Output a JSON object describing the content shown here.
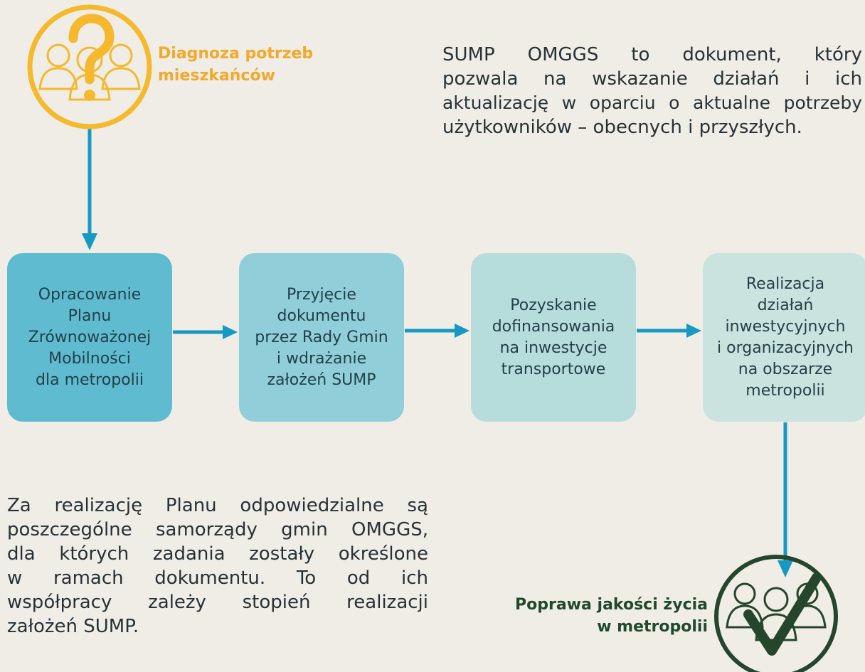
{
  "top_icon": {
    "name": "question-people-icon",
    "color": "#f6b82d"
  },
  "top_label": {
    "line1": "Diagnoza potrzeb",
    "line2": "mieszkańców",
    "color": "#f3a92b"
  },
  "intro_paragraph": {
    "lines": [
      "SUMP OMGGS to dokument, który",
      "pozwala na wskazanie działań i ich",
      "aktualizację w oparciu o aktualne potrzeby",
      "użytkowników – obecnych i przyszłych."
    ]
  },
  "process_steps": [
    {
      "lines": [
        "Opracowanie",
        "Planu",
        "Zrównoważonej",
        "Mobilności",
        "dla metropolii"
      ],
      "color": "#5fbbcf"
    },
    {
      "lines": [
        "Przyjęcie",
        "dokumentu",
        "przez Rady Gmin",
        "i wdrażanie",
        "założeń SUMP"
      ],
      "color": "#90cfd9"
    },
    {
      "lines": [
        "Pozyskanie",
        "dofinansowania",
        "na inwestycje",
        "transportowe"
      ],
      "color": "#b7dcdc"
    },
    {
      "lines": [
        "Realizacja",
        "działań",
        "inwestycyjnych",
        "i organizacyjnych",
        "na obszarze",
        "metropolii"
      ],
      "color": "#cbe3df"
    }
  ],
  "responsibility_paragraph": {
    "lines": [
      "Za realizację Planu odpowiedzialne są",
      "poszczególne samorządy gmin OMGGS,",
      "dla których zadania zostały określone",
      "w ramach dokumentu. To od ich",
      "współpracy zależy stopień realizacji",
      "założeń SUMP."
    ]
  },
  "bottom_label": {
    "line1": "Poprawa jakości życia",
    "line2": "w metropolii",
    "color": "#1f4a2c"
  },
  "bottom_icon": {
    "name": "check-people-icon",
    "color": "#24462b"
  },
  "arrow_color": "#1799c4"
}
